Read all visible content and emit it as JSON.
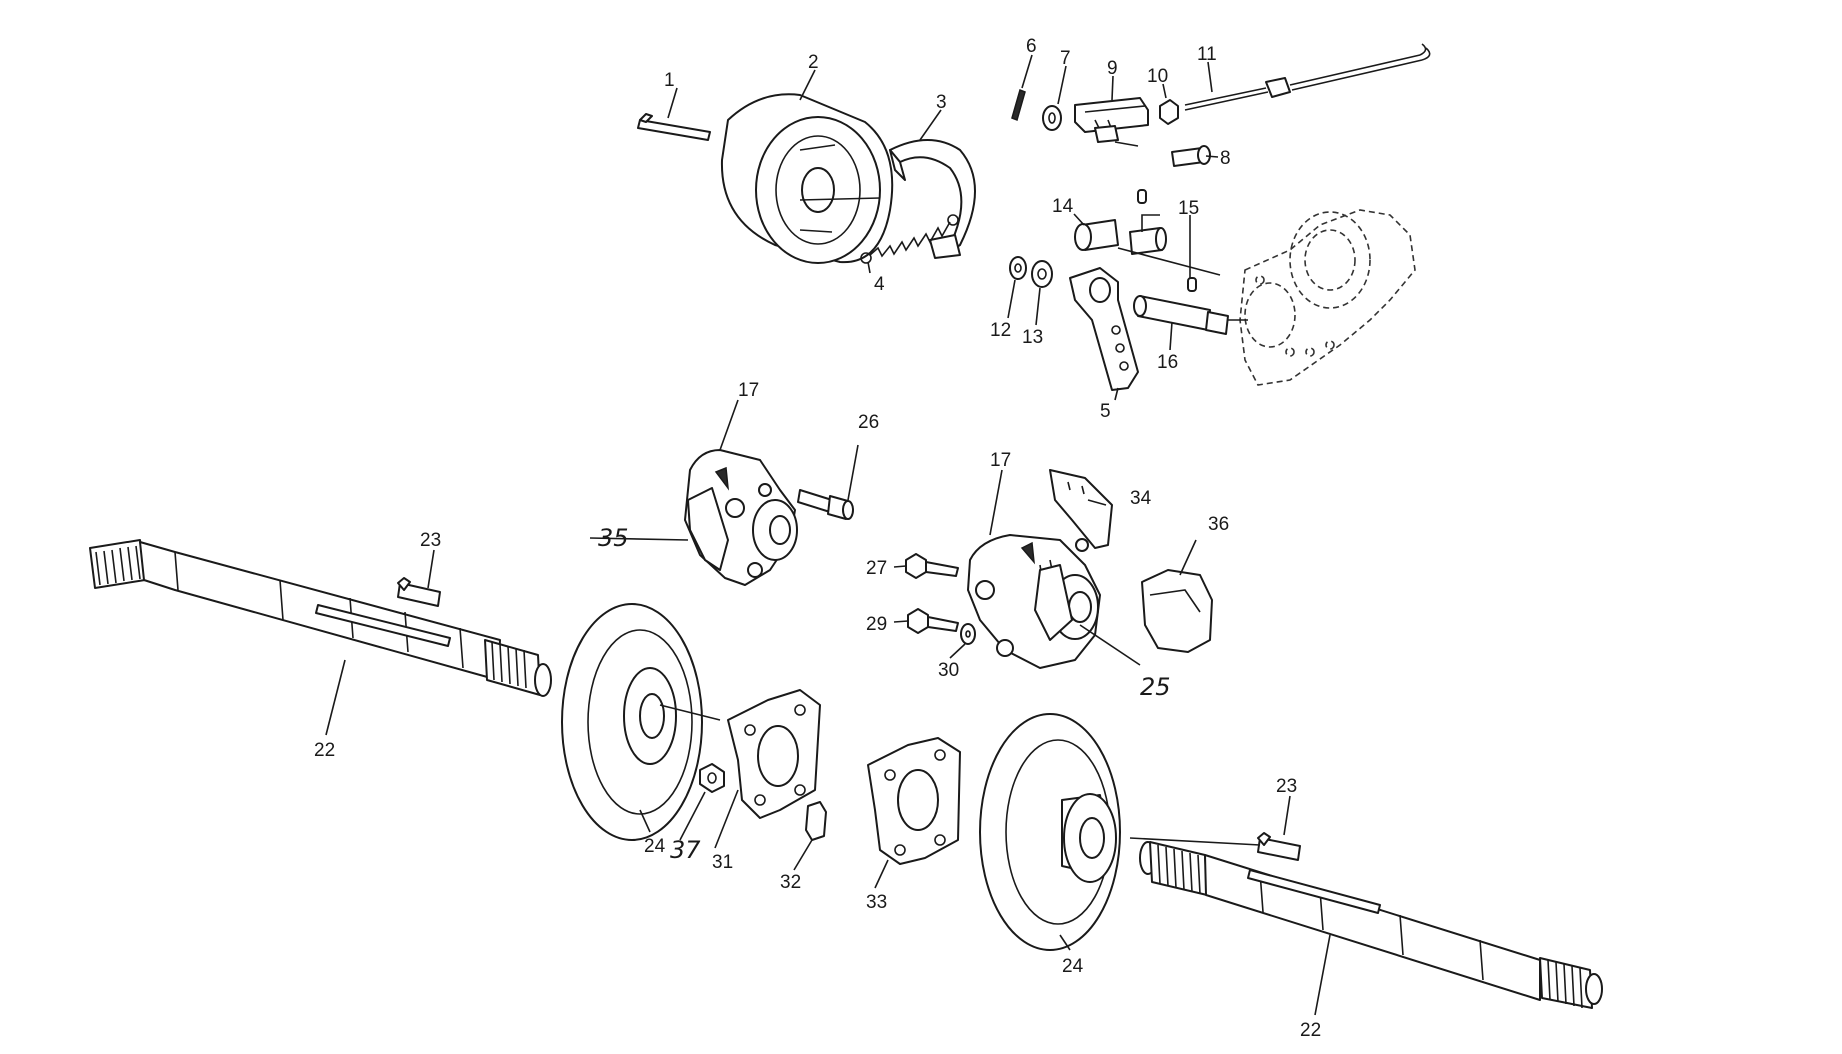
{
  "diagram": {
    "callouts": [
      {
        "id": "c1",
        "text": "1"
      },
      {
        "id": "c2",
        "text": "2"
      },
      {
        "id": "c3",
        "text": "3"
      },
      {
        "id": "c4",
        "text": "4"
      },
      {
        "id": "c5",
        "text": "5"
      },
      {
        "id": "c6",
        "text": "6"
      },
      {
        "id": "c7",
        "text": "7"
      },
      {
        "id": "c8",
        "text": "8"
      },
      {
        "id": "c9",
        "text": "9"
      },
      {
        "id": "c10",
        "text": "10"
      },
      {
        "id": "c11",
        "text": "11"
      },
      {
        "id": "c12",
        "text": "12"
      },
      {
        "id": "c13",
        "text": "13"
      },
      {
        "id": "c14",
        "text": "14"
      },
      {
        "id": "c15",
        "text": "15"
      },
      {
        "id": "c16",
        "text": "16"
      },
      {
        "id": "c17a",
        "text": "17"
      },
      {
        "id": "c17b",
        "text": "17"
      },
      {
        "id": "c22a",
        "text": "22"
      },
      {
        "id": "c22b",
        "text": "22"
      },
      {
        "id": "c23a",
        "text": "23"
      },
      {
        "id": "c23b",
        "text": "23"
      },
      {
        "id": "c24a",
        "text": "24"
      },
      {
        "id": "c24b",
        "text": "24"
      },
      {
        "id": "c25",
        "text": "25"
      },
      {
        "id": "c26",
        "text": "26"
      },
      {
        "id": "c27",
        "text": "27"
      },
      {
        "id": "c29",
        "text": "29"
      },
      {
        "id": "c30",
        "text": "30"
      },
      {
        "id": "c31",
        "text": "31"
      },
      {
        "id": "c32",
        "text": "32"
      },
      {
        "id": "c33",
        "text": "33"
      },
      {
        "id": "c34",
        "text": "34"
      },
      {
        "id": "c35",
        "text": "35"
      },
      {
        "id": "c36",
        "text": "36"
      },
      {
        "id": "c37",
        "text": "37"
      }
    ]
  }
}
